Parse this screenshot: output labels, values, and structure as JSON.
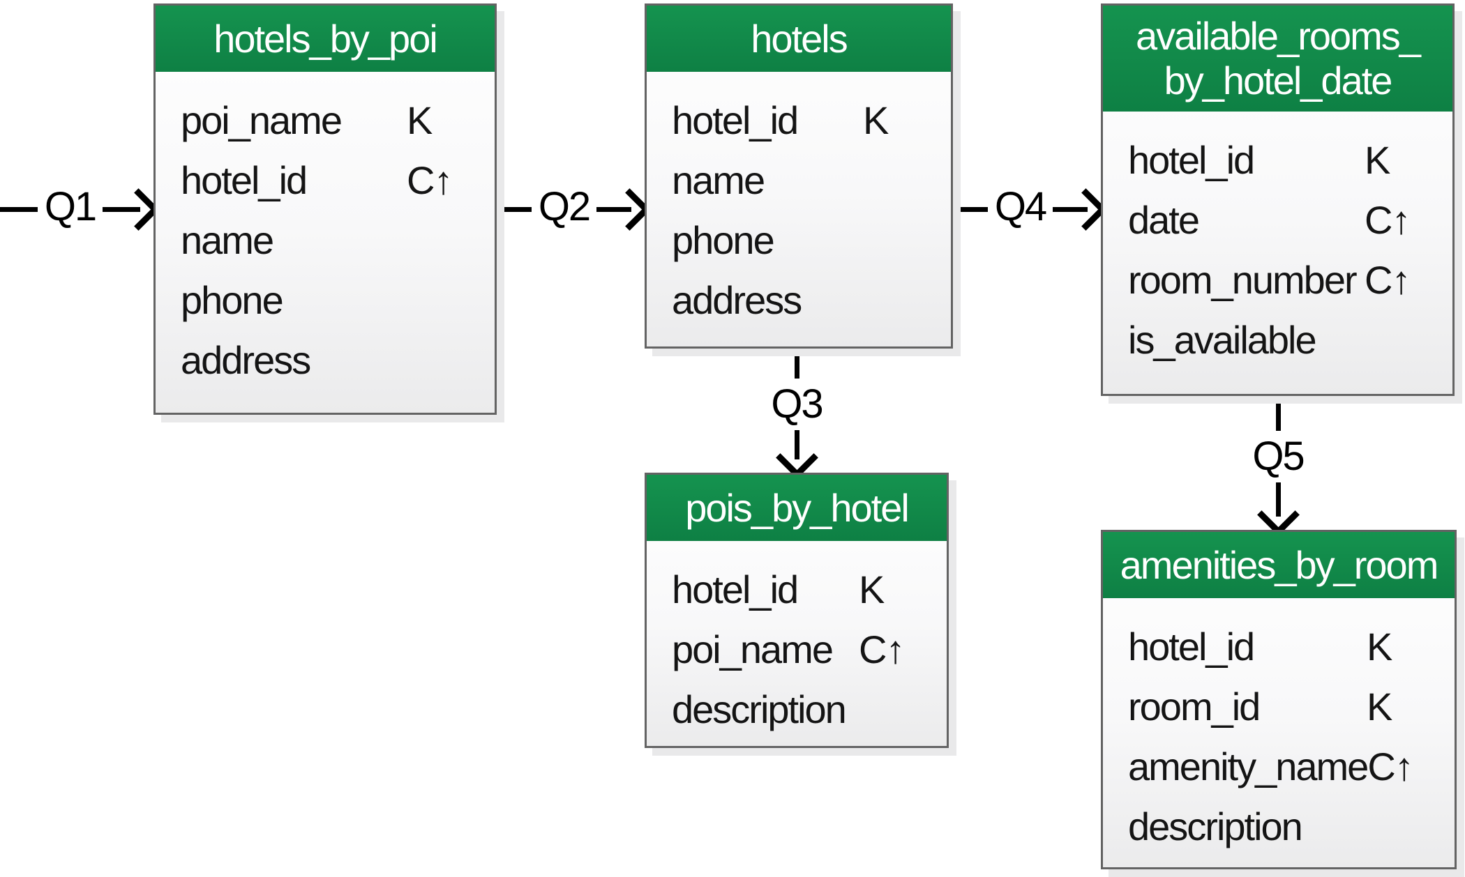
{
  "diagram": {
    "type": "cassandra-chebotko-schema-diagram",
    "accent_green": "#108a4a",
    "marker_legend": {
      "partition_key": "K",
      "clustering_ascending": "C↑"
    },
    "tables": [
      {
        "title": "hotels_by_poi",
        "columns": [
          {
            "name": "poi_name",
            "marker": "K"
          },
          {
            "name": "hotel_id",
            "marker": "C↑"
          },
          {
            "name": "name",
            "marker": ""
          },
          {
            "name": "phone",
            "marker": ""
          },
          {
            "name": "address",
            "marker": ""
          }
        ]
      },
      {
        "title": "hotels",
        "columns": [
          {
            "name": "hotel_id",
            "marker": "K"
          },
          {
            "name": "name",
            "marker": ""
          },
          {
            "name": "phone",
            "marker": ""
          },
          {
            "name": "address",
            "marker": ""
          }
        ]
      },
      {
        "title_lines": [
          "available_rooms_",
          "by_hotel_date"
        ],
        "columns": [
          {
            "name": "hotel_id",
            "marker": "K"
          },
          {
            "name": "date",
            "marker": "C↑"
          },
          {
            "name": "room_number",
            "marker": "C↑"
          },
          {
            "name": "is_available",
            "marker": ""
          }
        ]
      },
      {
        "title": "pois_by_hotel",
        "columns": [
          {
            "name": "hotel_id",
            "marker": "K"
          },
          {
            "name": "poi_name",
            "marker": "C↑"
          },
          {
            "name": "description",
            "marker": ""
          }
        ]
      },
      {
        "title": "amenities_by_room",
        "columns": [
          {
            "name": "hotel_id",
            "marker": "K"
          },
          {
            "name": "room_id",
            "marker": "K"
          },
          {
            "name": "amenity_name",
            "marker": "C↑"
          },
          {
            "name": "description",
            "marker": ""
          }
        ]
      }
    ],
    "connectors": [
      {
        "label": "Q1",
        "from": "left-edge",
        "to": "hotels_by_poi",
        "direction": "right"
      },
      {
        "label": "Q2",
        "from": "hotels_by_poi",
        "to": "hotels",
        "direction": "right"
      },
      {
        "label": "Q3",
        "from": "hotels",
        "to": "pois_by_hotel",
        "direction": "down"
      },
      {
        "label": "Q4",
        "from": "hotels",
        "to": "available_rooms_by_hotel_date",
        "direction": "right"
      },
      {
        "label": "Q5",
        "from": "available_rooms_by_hotel_date",
        "to": "amenities_by_room",
        "direction": "down"
      }
    ]
  }
}
